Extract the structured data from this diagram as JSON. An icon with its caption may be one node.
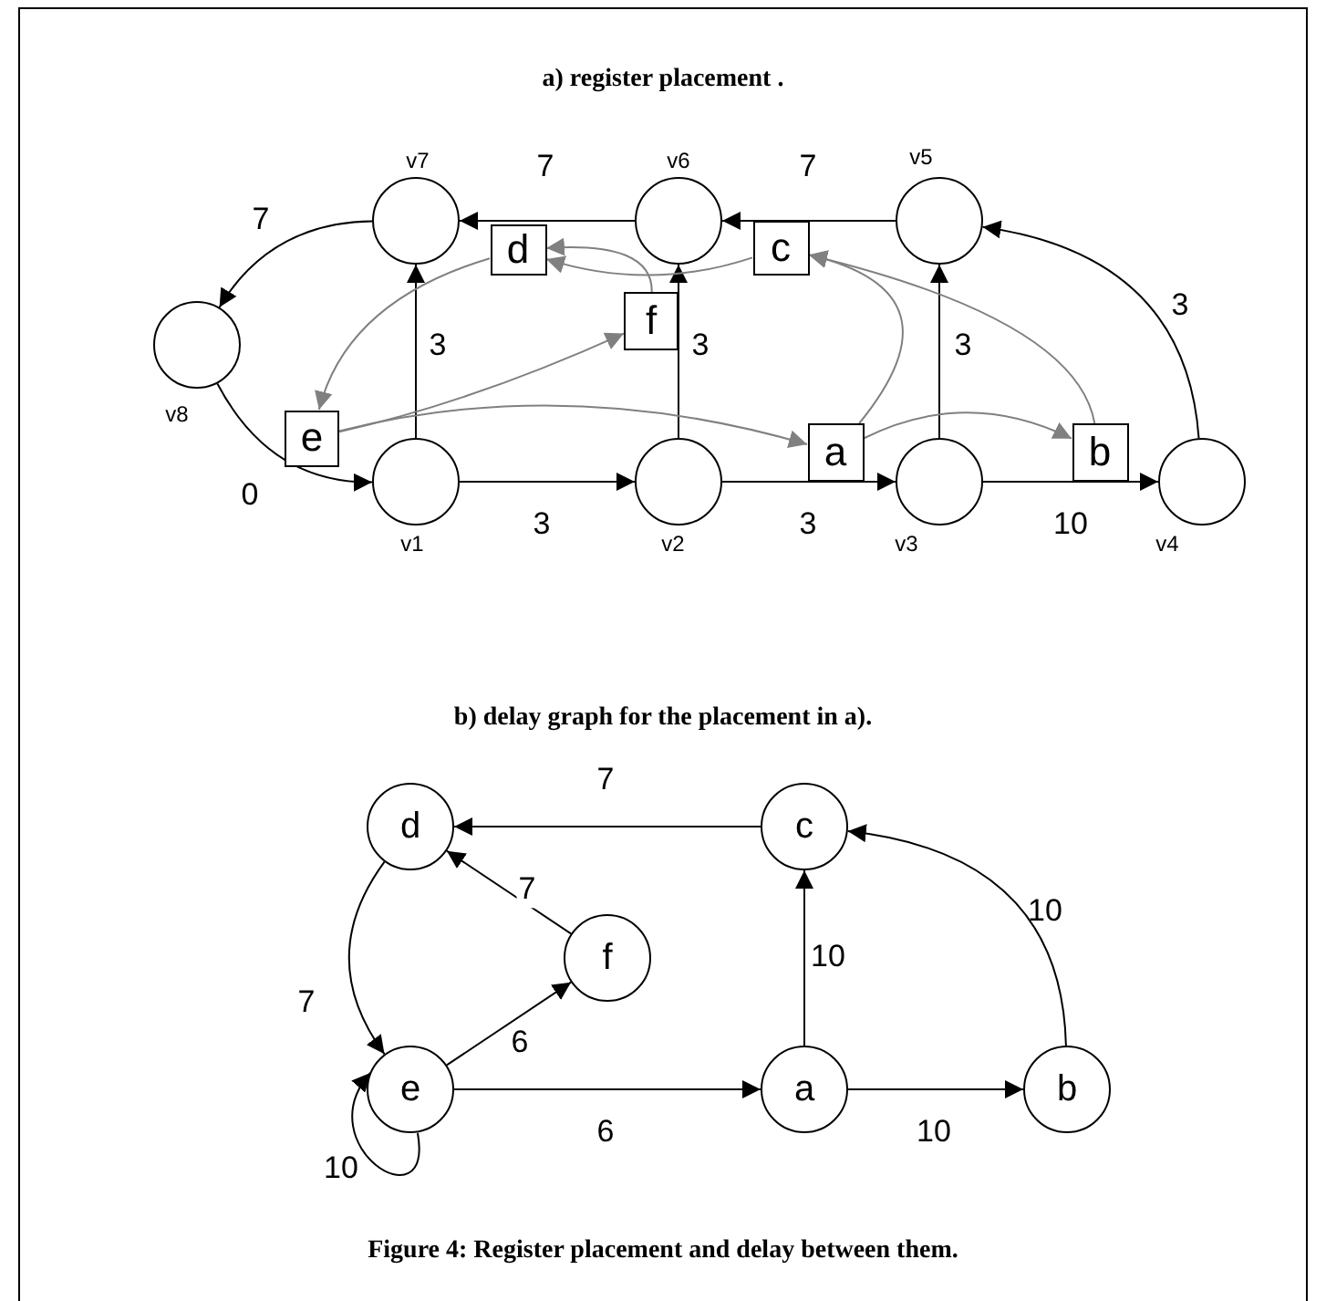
{
  "diagram": {
    "caption": "Figure 4: Register placement and delay between them.",
    "nodes": [
      {
        "text": [],
        "shape": "circle",
        "beside": [
          "v7"
        ]
      },
      {
        "text": [],
        "shape": "circle",
        "beside": [
          "v6"
        ]
      },
      {
        "text": [],
        "shape": "circle",
        "beside": [
          "v5"
        ]
      },
      {
        "text": [],
        "shape": "circle",
        "beside": [
          "v8"
        ]
      },
      {
        "text": [],
        "shape": "circle",
        "beside": [
          "v1"
        ]
      },
      {
        "text": [],
        "shape": "circle",
        "beside": [
          "v2"
        ]
      },
      {
        "text": [],
        "shape": "circle",
        "beside": [
          "v3"
        ]
      },
      {
        "text": [],
        "shape": "circle",
        "beside": [
          "v4"
        ]
      },
      {
        "text": [
          "d"
        ]
      },
      {
        "text": [
          "c"
        ]
      },
      {
        "text": [
          "f"
        ]
      },
      {
        "text": [
          "e"
        ]
      },
      {
        "text": [
          "a"
        ]
      },
      {
        "text": [
          "b"
        ]
      },
      {
        "text": [
          "d"
        ]
      },
      {
        "text": [
          "c"
        ]
      },
      {
        "text": [
          "f"
        ]
      },
      {
        "text": [
          "e"
        ]
      },
      {
        "text": [
          "a"
        ]
      },
      {
        "text": [
          "b"
        ]
      }
    ],
    "edges": [
      {
        "from": 4,
        "to": 5,
        "arrow": "to",
        "label": "3"
      },
      {
        "from": 5,
        "to": 6,
        "arrow": "to",
        "label": "3"
      },
      {
        "from": 6,
        "to": 7,
        "arrow": "to",
        "label": "10"
      },
      {
        "from": 4,
        "to": 0,
        "arrow": "to",
        "label": "3"
      },
      {
        "from": 5,
        "to": 1,
        "arrow": "to",
        "label": "3"
      },
      {
        "from": 6,
        "to": 2,
        "arrow": "to",
        "label": "3"
      },
      {
        "from": 7,
        "to": 2,
        "arrow": "to",
        "label": "3"
      },
      {
        "from": 2,
        "to": 1,
        "arrow": "to",
        "label": "7"
      },
      {
        "from": 1,
        "to": 0,
        "arrow": "to",
        "label": "7"
      },
      {
        "from": 0,
        "to": 3,
        "arrow": "to",
        "label": "7"
      },
      {
        "from": 3,
        "to": 4,
        "arrow": "to",
        "label": "0"
      },
      {
        "from": 11,
        "to": 10,
        "arrow": "to",
        "color": "#808080"
      },
      {
        "from": 11,
        "to": 12,
        "arrow": "to",
        "color": "#808080"
      },
      {
        "from": 12,
        "to": 9,
        "arrow": "to",
        "color": "#808080"
      },
      {
        "from": 12,
        "to": 13,
        "arrow": "to",
        "color": "#808080"
      },
      {
        "from": 13,
        "to": 9,
        "arrow": "to",
        "color": "#808080"
      },
      {
        "from": 9,
        "to": 8,
        "arrow": "to",
        "color": "#808080"
      },
      {
        "from": 10,
        "to": 8,
        "arrow": "to",
        "color": "#808080"
      },
      {
        "from": 8,
        "to": 11,
        "arrow": "to",
        "color": "#808080"
      },
      {
        "from": 15,
        "to": 14,
        "arrow": "to",
        "label": "7"
      },
      {
        "from": 16,
        "to": 14,
        "arrow": "to",
        "label": "7"
      },
      {
        "from": 14,
        "to": 17,
        "arrow": "to",
        "label": "7"
      },
      {
        "from": 17,
        "to": 16,
        "arrow": "to",
        "label": "6"
      },
      {
        "from": 17,
        "to": 18,
        "arrow": "to",
        "label": "6"
      },
      {
        "from": 18,
        "to": 15,
        "arrow": "to",
        "label": "10"
      },
      {
        "from": 18,
        "to": 19,
        "arrow": "to",
        "label": "10"
      },
      {
        "from": 19,
        "to": 15,
        "arrow": "to",
        "label": "10"
      },
      {
        "from": 17,
        "to": 17,
        "arrow": "to",
        "label": "10"
      }
    ],
    "labels": [
      "a) register placement .",
      "b) delay graph for the placement in a)."
    ]
  }
}
